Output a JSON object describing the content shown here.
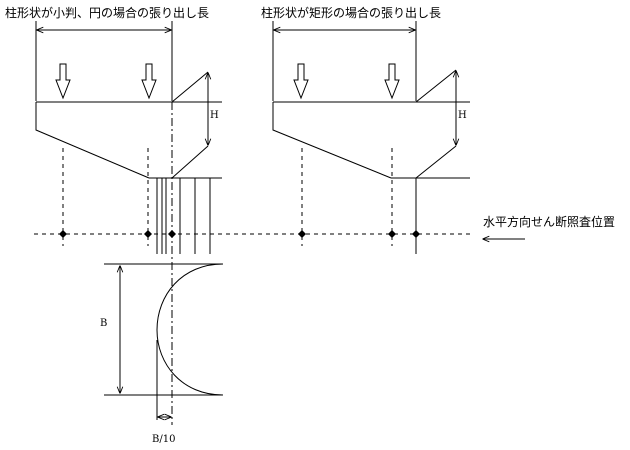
{
  "labels": {
    "left_title": "柱形状が小判、円の場合の張り出し長",
    "right_title": "柱形状が矩形の場合の張り出し長",
    "h_left": "H",
    "h_right": "H",
    "b_label": "B",
    "b10_label": "B/10",
    "section_label": "水平方向せん断照査位置"
  }
}
